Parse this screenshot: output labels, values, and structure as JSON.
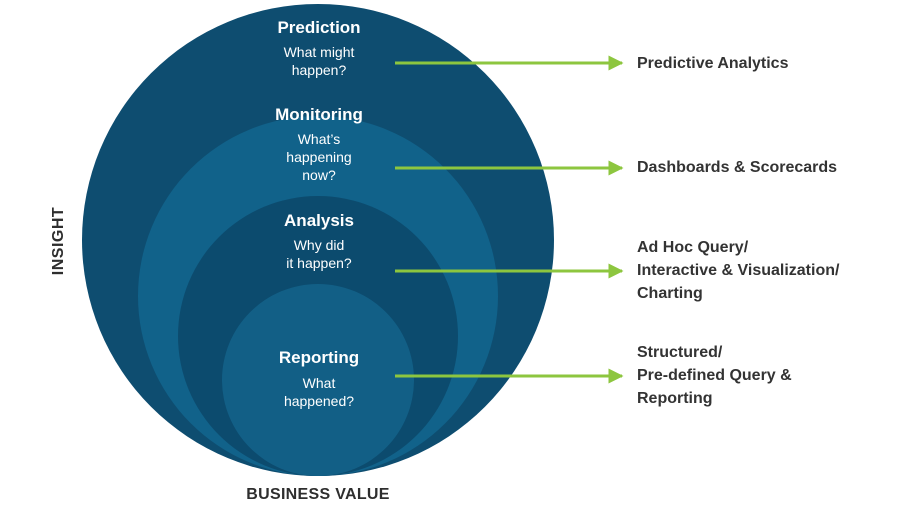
{
  "axes": {
    "y_label": "INSIGHT",
    "x_label": "BUSINESS VALUE"
  },
  "colors": {
    "prediction": "#0e4d70",
    "monitoring": "#11628a",
    "analysis": "#0c4b6e",
    "reporting": "#125f86",
    "arrow": "#8dc63f"
  },
  "layers": [
    {
      "id": "prediction",
      "title": "Prediction",
      "question": "What might\nhappen?",
      "category": "Predictive Analytics"
    },
    {
      "id": "monitoring",
      "title": "Monitoring",
      "question": "What’s\nhappening\nnow?",
      "category": "Dashboards & Scorecards"
    },
    {
      "id": "analysis",
      "title": "Analysis",
      "question": "Why did\nit happen?",
      "category": "Ad Hoc Query/\nInteractive & Visualization/\nCharting"
    },
    {
      "id": "reporting",
      "title": "Reporting",
      "question": "What\nhappened?",
      "category": "Structured/\nPre-defined Query &\nReporting"
    }
  ]
}
